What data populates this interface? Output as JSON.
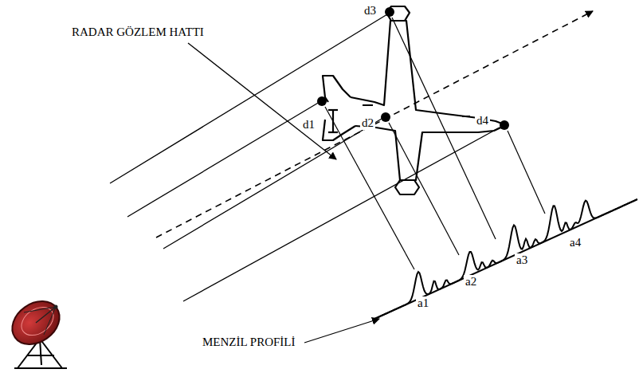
{
  "diagram": {
    "labels": [
      "RADAR GÖZLEM HATTI",
      "MENZİL PROFİLİ",
      "d3",
      "d1",
      "d2",
      "d4",
      "a1",
      "a2",
      "a3",
      "a4"
    ]
  }
}
